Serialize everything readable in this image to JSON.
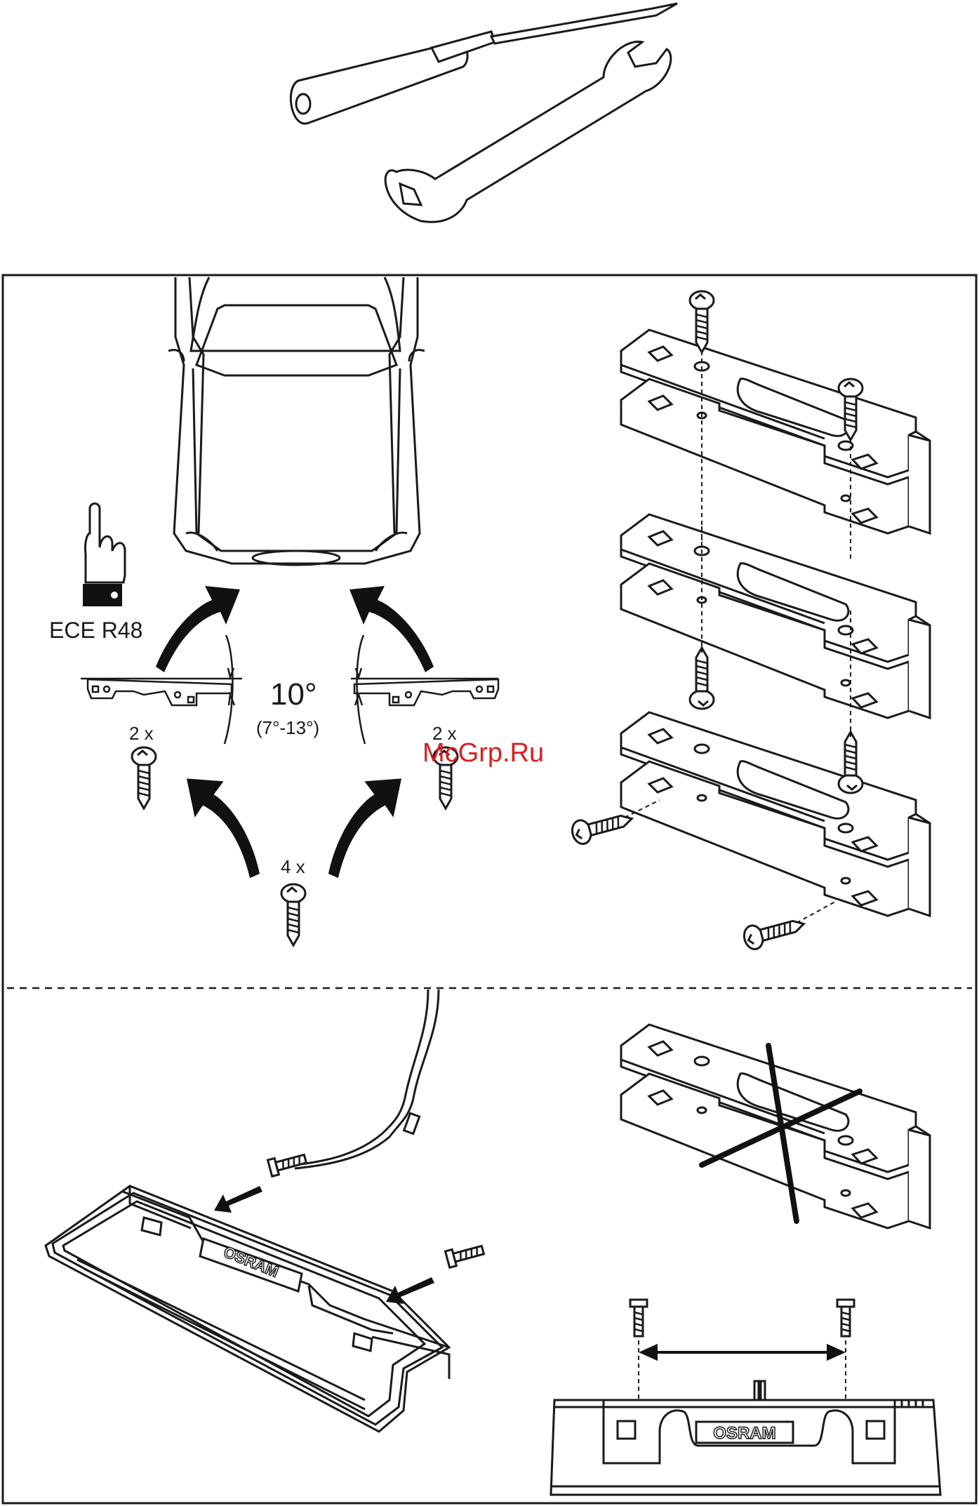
{
  "labels": {
    "ece": "ECE R48",
    "angle_main": "10°",
    "angle_range": "(7°-13°)",
    "qty_left": "2 x",
    "qty_right": "2 x",
    "qty_bottom": "4 x",
    "logo_top": "OSRAM",
    "logo_bottom": "OSRAM"
  },
  "watermark": "McGrp.Ru",
  "colors": {
    "line": "#1a1a1a",
    "watermark": "#d82020"
  }
}
